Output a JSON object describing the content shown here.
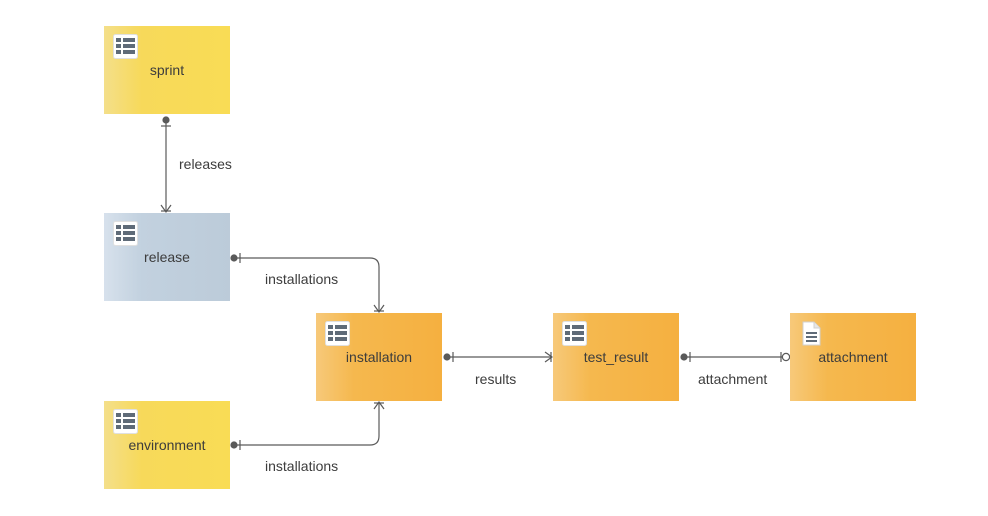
{
  "entities": {
    "sprint": "sprint",
    "release": "release",
    "installation": "installation",
    "environment": "environment",
    "test_result": "test_result",
    "attachment": "attachment"
  },
  "relations": {
    "releases": "releases",
    "installations_release": "installations",
    "installations_environment": "installations",
    "results": "results",
    "attachment": "attachment"
  },
  "icons": {
    "table": "table-icon",
    "document": "document-icon"
  },
  "colors": {
    "yellow": "#f9dc55",
    "blue": "#bccbd9",
    "orange": "#f5b040",
    "line": "#595959"
  }
}
